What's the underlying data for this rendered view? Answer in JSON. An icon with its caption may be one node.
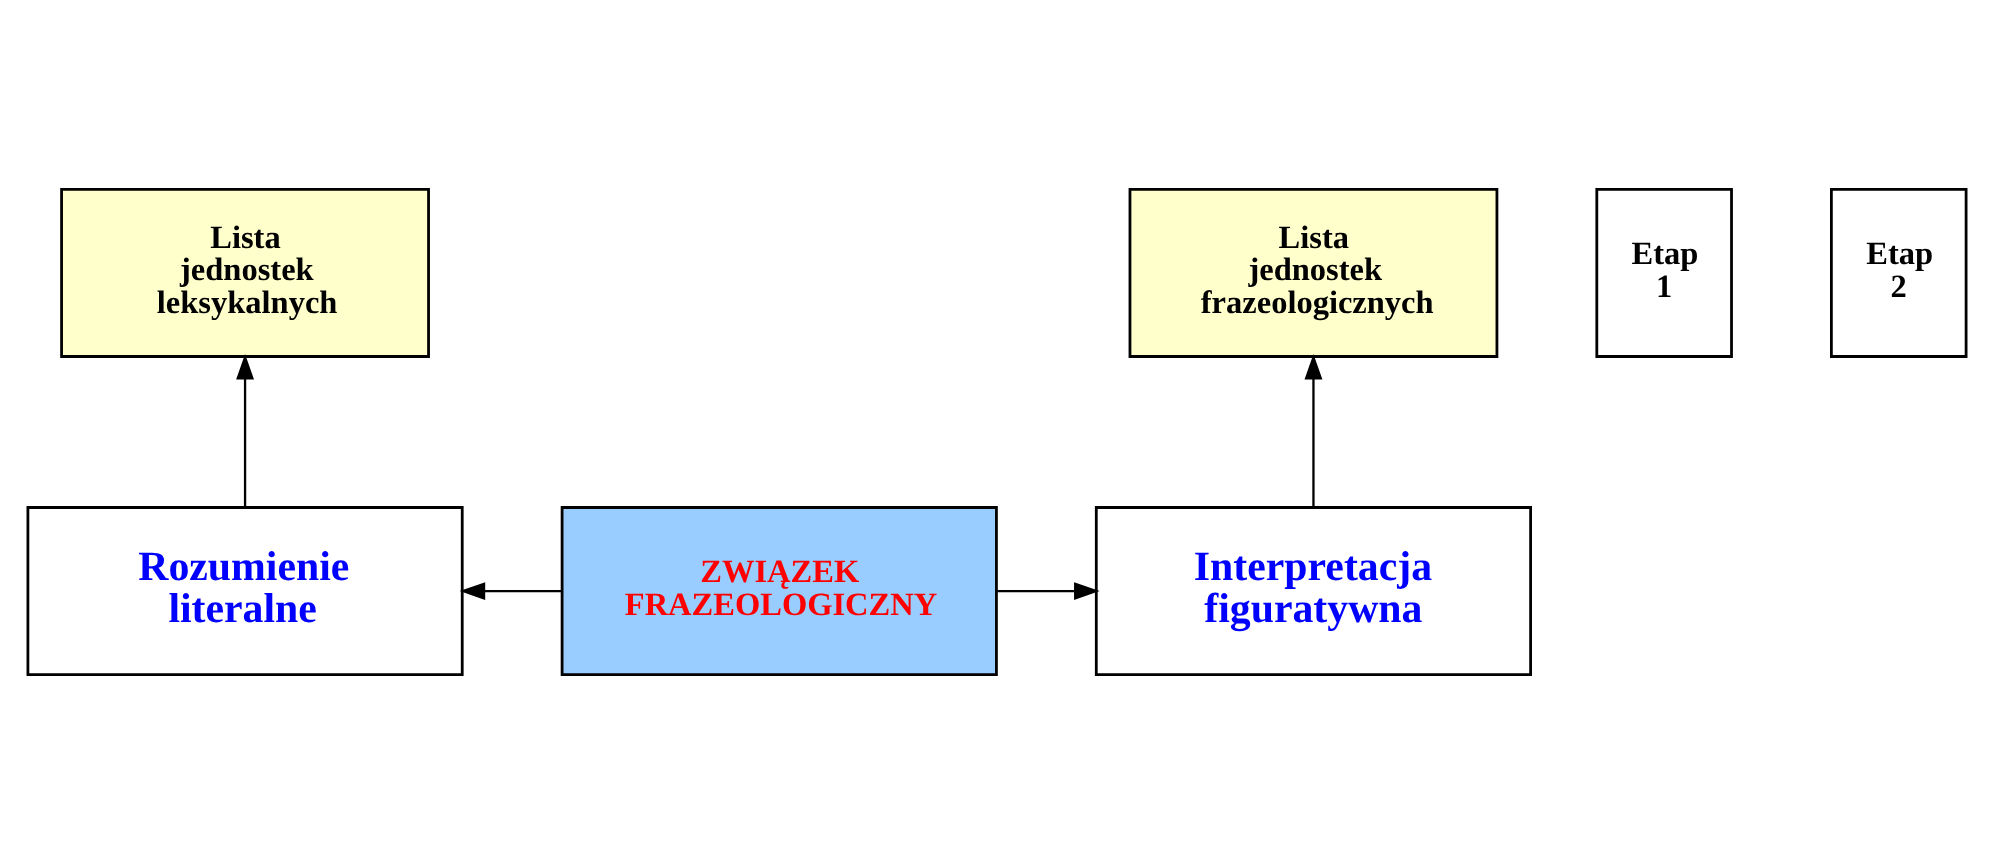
{
  "diagram": {
    "nodes": [
      {
        "text": [
          "Lista jednostek leksykalnych"
        ]
      },
      {
        "text": [
          "Lista jednostek frazeologicznych"
        ]
      },
      {
        "text": [
          "Etap 1"
        ]
      },
      {
        "text": [
          "Etap 2"
        ]
      },
      {
        "text": [
          "Rozumienie literalne"
        ]
      },
      {
        "text": [
          "ZWIĄZEK FRAZEOLOGICZNY"
        ]
      },
      {
        "text": [
          "Interpretacja figuratywna"
        ]
      }
    ],
    "edges": [
      {
        "from": 4,
        "to": 0,
        "arrow": "to"
      },
      {
        "from": 6,
        "to": 1,
        "arrow": "to"
      },
      {
        "from": 5,
        "to": 4,
        "arrow": "to"
      },
      {
        "from": 5,
        "to": 6,
        "arrow": "to"
      }
    ]
  }
}
